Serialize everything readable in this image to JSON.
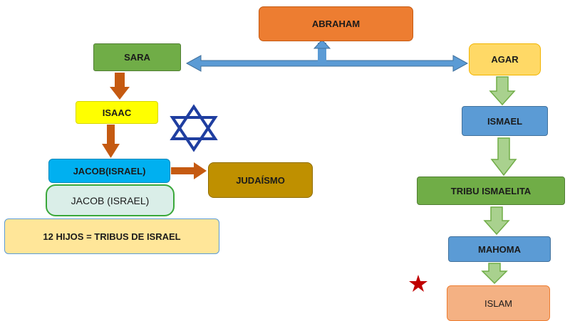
{
  "nodes": {
    "abraham": "ABRAHAM",
    "sara": "SARA",
    "agar": "AGAR",
    "isaac": "ISAAC",
    "jacob_israel": "JACOB(ISRAEL)",
    "jacob_israel_alt": "JACOB (ISRAEL)",
    "judaismo": "JUDAÍSMO",
    "doce_hijos": "12 HIJOS = TRIBUS DE ISRAEL",
    "ismael": "ISMAEL",
    "tribu_ismaelita": "TRIBU ISMAELITA",
    "mahoma": "MAHOMA",
    "islam": "ISLAM"
  },
  "symbols": {
    "star_of_david": "star-of-david-icon",
    "crescent_and_star": "crescent-star-icon"
  },
  "colors": {
    "abraham": "#ed7d31",
    "sara": "#70ad47",
    "agar": "#ffd966",
    "isaac": "#ffff00",
    "jacob": "#00b0f0",
    "judaismo": "#bf9000",
    "doce_hijos": "#ffe699",
    "ismael": "#5b9bd5",
    "tribu": "#70ad47",
    "mahoma": "#5b9bd5",
    "islam": "#f4b183",
    "blue_arrow": "#5b9bd5",
    "orange_arrow": "#c55a11",
    "green_arrow": "#a9d18e",
    "star_of_david": "#1f3ea0",
    "crescent": "#c00000"
  }
}
